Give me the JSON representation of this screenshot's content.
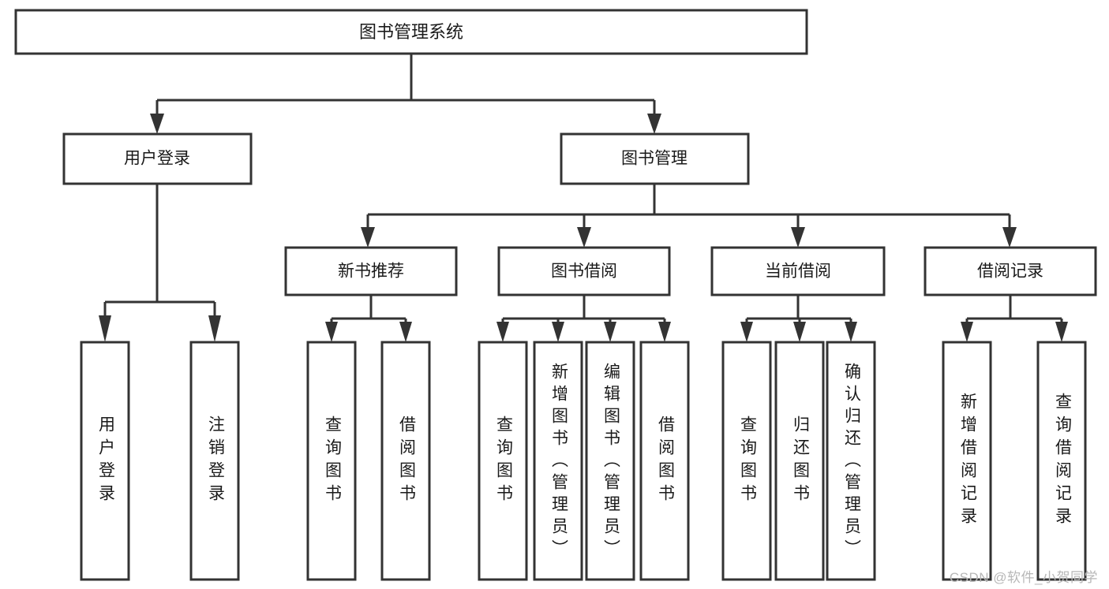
{
  "diagram": {
    "type": "tree-hierarchy",
    "title": "图书管理系统",
    "watermark": "CSDN @软件_小贺同学",
    "colors": {
      "stroke": "#333333",
      "fill": "#ffffff",
      "text": "#1a1a1a",
      "watermark": "#b7b7b7",
      "background": "#ffffff"
    },
    "levels": {
      "root": {
        "label": "图书管理系统"
      },
      "level2": [
        {
          "label": "用户登录"
        },
        {
          "label": "图书管理"
        }
      ],
      "level3": [
        {
          "label": "新书推荐"
        },
        {
          "label": "图书借阅"
        },
        {
          "label": "当前借阅"
        },
        {
          "label": "借阅记录"
        }
      ],
      "level4": [
        {
          "label": "用户登录",
          "parent": "用户登录"
        },
        {
          "label": "注销登录",
          "parent": "用户登录"
        },
        {
          "label": "查询图书",
          "parent": "新书推荐"
        },
        {
          "label": "借阅图书",
          "parent": "新书推荐"
        },
        {
          "label": "查询图书",
          "parent": "图书借阅"
        },
        {
          "label": "新增图书（管理员）",
          "parent": "图书借阅"
        },
        {
          "label": "编辑图书（管理员）",
          "parent": "图书借阅"
        },
        {
          "label": "借阅图书",
          "parent": "图书借阅"
        },
        {
          "label": "查询图书",
          "parent": "当前借阅"
        },
        {
          "label": "归还图书",
          "parent": "当前借阅"
        },
        {
          "label": "确认归还（管理员）",
          "parent": "当前借阅"
        },
        {
          "label": "新增借阅记录",
          "parent": "借阅记录"
        },
        {
          "label": "查询借阅记录",
          "parent": "借阅记录"
        }
      ]
    },
    "nodes": {
      "root": "图书管理系统",
      "n_user_login": "用户登录",
      "n_book_mgmt": "图书管理",
      "n_new_books": "新书推荐",
      "n_book_borrow": "图书借阅",
      "n_current_borrow": "当前借阅",
      "n_borrow_record": "借阅记录",
      "leaf_user_login": "用户登录",
      "leaf_logout": "注销登录",
      "leaf_query_book_1": "查询图书",
      "leaf_borrow_book_1": "借阅图书",
      "leaf_query_book_2": "查询图书",
      "leaf_add_book": "新增图书（管理员）",
      "leaf_edit_book": "编辑图书（管理员）",
      "leaf_borrow_book_2": "借阅图书",
      "leaf_query_book_3": "查询图书",
      "leaf_return_book": "归还图书",
      "leaf_confirm_return": "确认归还（管理员）",
      "leaf_add_record": "新增借阅记录",
      "leaf_query_record": "查询借阅记录"
    }
  }
}
